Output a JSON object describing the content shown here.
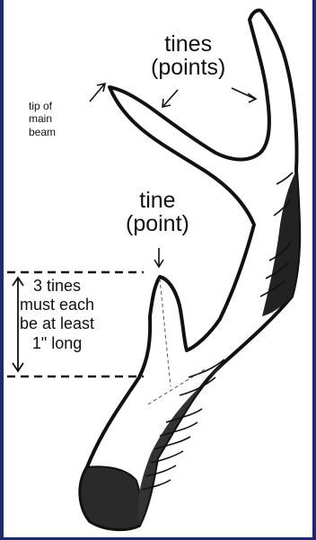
{
  "labels": {
    "tines_top_line1": "tines",
    "tines_top_line2": "(points)",
    "tine_line1": "tine",
    "tine_line2": "(point)",
    "tip_line1": "tip of",
    "tip_line2": "main",
    "tip_line3": "beam",
    "rule_line1": "3 tines",
    "rule_line2": "must each",
    "rule_line3": "be at least",
    "rule_line4": "1\" long"
  },
  "colors": {
    "ink": "#111111",
    "frame": "#1f2a6b",
    "background": "#ffffff"
  }
}
